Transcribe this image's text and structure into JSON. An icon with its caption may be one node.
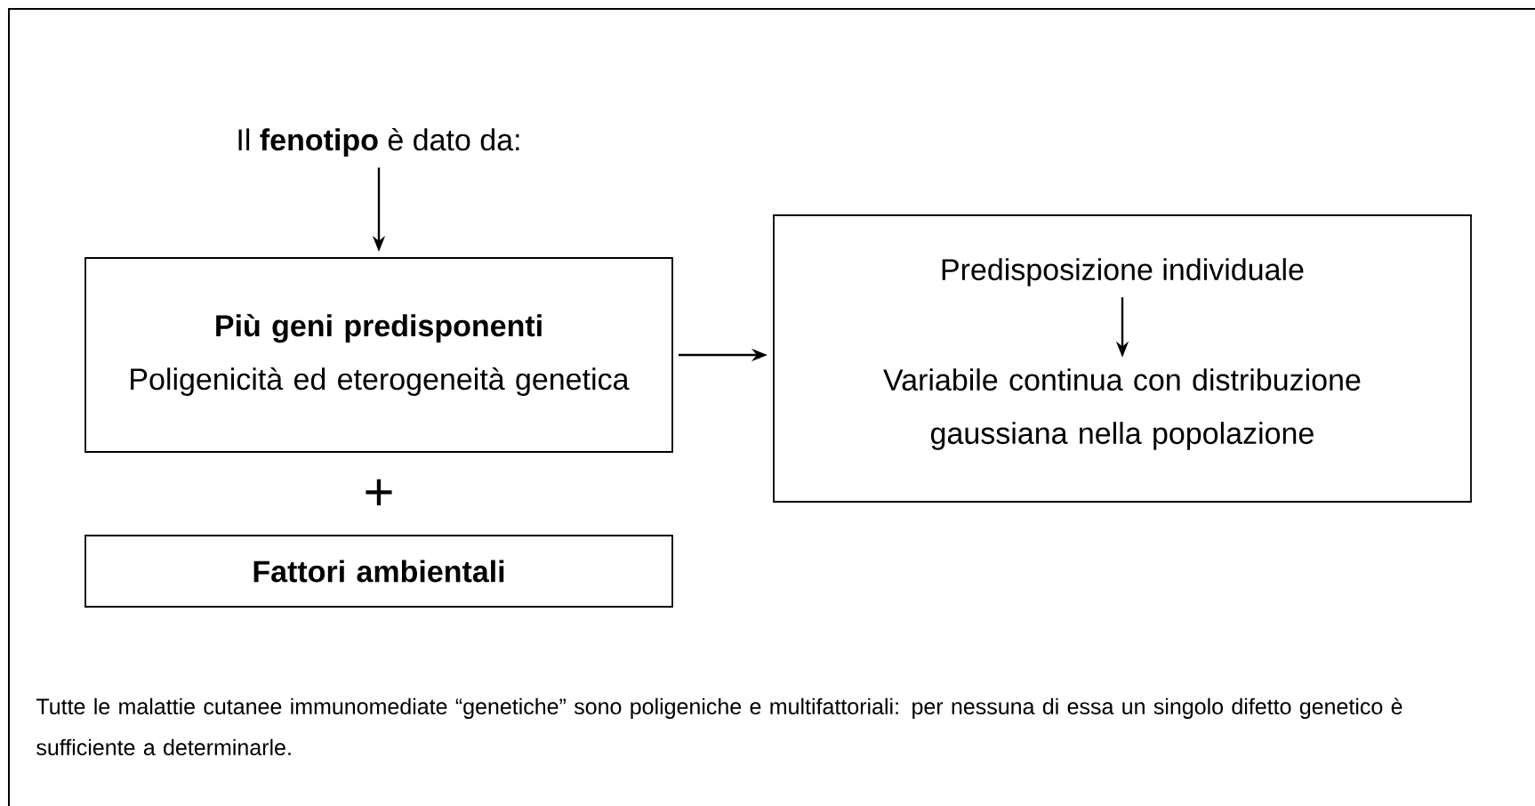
{
  "diagram": {
    "caption": "Tutte le malattie cutanee immunomediate “genetiche” sono poligeniche e multifattoriali: per nessuna di essa un singolo difetto genetico è sufficiente a determinarle.",
    "nodes": [
      {
        "text": [
          "Il **fenotipo** è dato da:"
        ]
      },
      {
        "text": [
          "Più geni predisponenti",
          "Poligenicità ed eterogeneità genetica"
        ]
      },
      {
        "text": [
          "Fattori ambientali"
        ]
      },
      {
        "text": [],
        "shape": "box"
      },
      {
        "text": [
          "Predisposizione individuale"
        ],
        "in": 3
      },
      {
        "text": [
          "Variabile continua con distribuzione gaussiana nella popolazione"
        ],
        "in": 3
      }
    ],
    "edges": [
      {
        "from": 0,
        "to": 1,
        "arrow": "to"
      },
      {
        "from": 1,
        "to": 3,
        "arrow": "to"
      },
      {
        "from": 4,
        "to": 5,
        "arrow": "to"
      }
    ],
    "labels": [
      "+"
    ]
  }
}
